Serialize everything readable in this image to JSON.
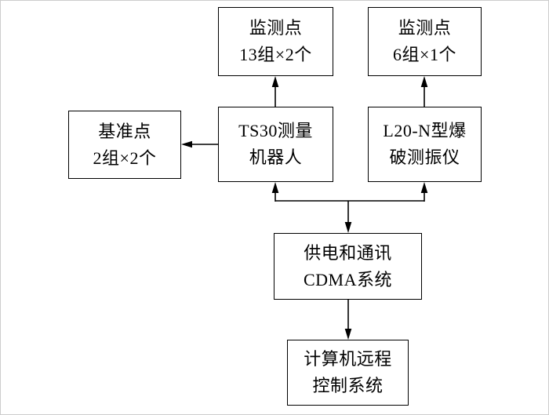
{
  "diagram": {
    "title": "",
    "line_color": "#000000",
    "background_color": "#ffffff",
    "nodes": {
      "monitor1": {
        "line1": "监测点",
        "line2": "13组×2个"
      },
      "monitor2": {
        "line1": "监测点",
        "line2": "6组×1个"
      },
      "reference": {
        "line1": "基准点",
        "line2": "2组×2个"
      },
      "ts30": {
        "line1": "TS30测量",
        "line2": "机器人"
      },
      "l20n": {
        "line1": "L20-N型爆",
        "line2": "破测振仪"
      },
      "cdma": {
        "line1": "供电和通讯",
        "line2": "CDMA系统"
      },
      "computer": {
        "line1": "计算机远程",
        "line2": "控制系统"
      }
    },
    "edges": [
      {
        "from": "ts30",
        "to": "monitor1",
        "arrow": "up"
      },
      {
        "from": "l20n",
        "to": "monitor2",
        "arrow": "up"
      },
      {
        "from": "ts30",
        "to": "reference",
        "arrow": "left"
      },
      {
        "from": "junction",
        "to": "ts30",
        "arrow": "up"
      },
      {
        "from": "junction",
        "to": "l20n",
        "arrow": "up"
      },
      {
        "from": "junction",
        "to": "cdma",
        "arrow": "down"
      },
      {
        "from": "cdma",
        "to": "computer",
        "arrow": "down"
      }
    ]
  }
}
